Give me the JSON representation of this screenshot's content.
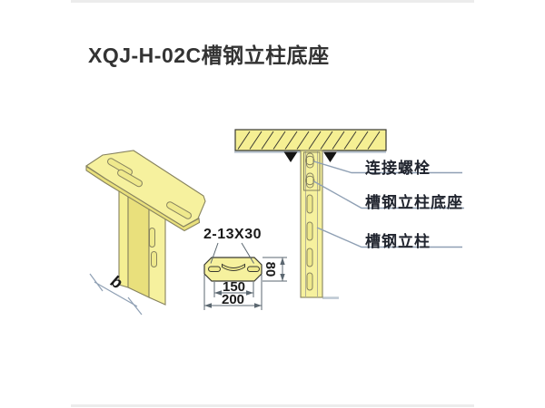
{
  "title": "XQJ-H-02C槽钢立柱底座",
  "labels": {
    "bolt": "连接螺栓",
    "base": "槽钢立柱底座",
    "column": "槽钢立柱"
  },
  "dimensions": {
    "slot_spec": "2-13X30",
    "inner_width": "150",
    "outer_width": "200",
    "height": "80",
    "depth": "b"
  },
  "colors": {
    "part_fill": "#f6f19e",
    "part_fill_light": "#f5ef93",
    "part_fill_dark": "#e9e07c",
    "hole_fill": "#efe98c",
    "outline": "#87835f",
    "outline_light": "#b3b094",
    "draw_dark": "#3a3a32",
    "dim_color": "#5b6770",
    "dim_text": "#1a1a1a",
    "leader_color": "#8fa0b4",
    "label_text": "#20242e",
    "title_text": "#333333",
    "triangle_color": "#151515",
    "shadow_color": "#bfcad4"
  }
}
